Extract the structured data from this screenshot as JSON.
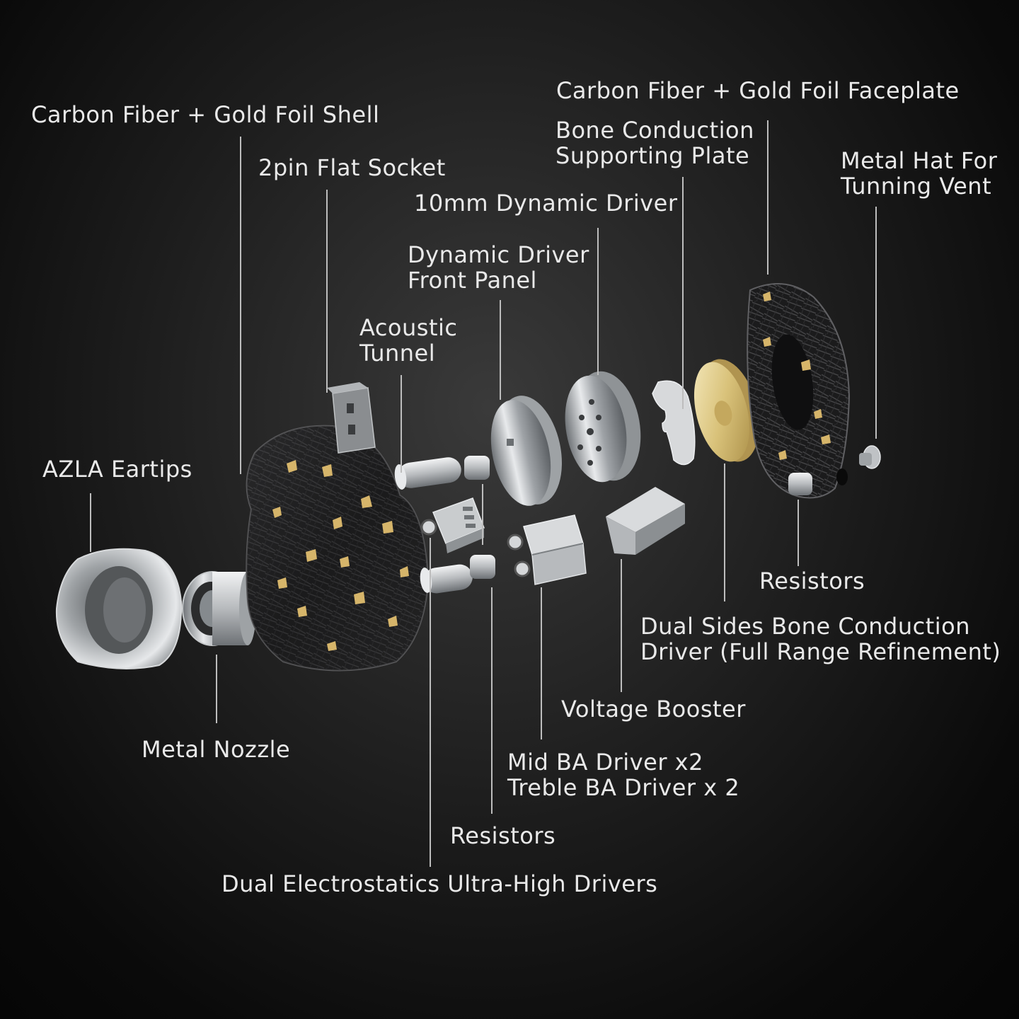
{
  "labels": {
    "carbon_faceplate": "Carbon Fiber + Gold Foil Faceplate",
    "carbon_shell": "Carbon Fiber + Gold Foil Shell",
    "bone_plate_line1": "Bone Conduction",
    "bone_plate_line2": "Supporting Plate",
    "metal_hat_line1": "Metal Hat For",
    "metal_hat_line2": "Tunning Vent",
    "flat_socket": "2pin Flat Socket",
    "dynamic_driver": "10mm Dynamic Driver",
    "dd_front_panel_line1": "Dynamic Driver",
    "dd_front_panel_line2": "Front Panel",
    "acoustic_tunnel_line1": "Acoustic",
    "acoustic_tunnel_line2": "Tunnel",
    "azla_eartips": "AZLA Eartips",
    "resistors_right": "Resistors",
    "bone_driver_line1": "Dual Sides Bone Conduction",
    "bone_driver_line2": "Driver (Full Range Refinement)",
    "voltage_booster": "Voltage Booster",
    "metal_nozzle": "Metal Nozzle",
    "ba_line1": "Mid BA Driver x2",
    "ba_line2": "Treble BA Driver x 2",
    "resistors_bottom": "Resistors",
    "electrostatics": "Dual Electrostatics Ultra-High Drivers"
  },
  "colors": {
    "background": "#0d0d0d",
    "text": "#e9e9e9",
    "leader": "#bdbdbd",
    "gold": "#d9c27a",
    "silver": "#bfc2c5"
  }
}
